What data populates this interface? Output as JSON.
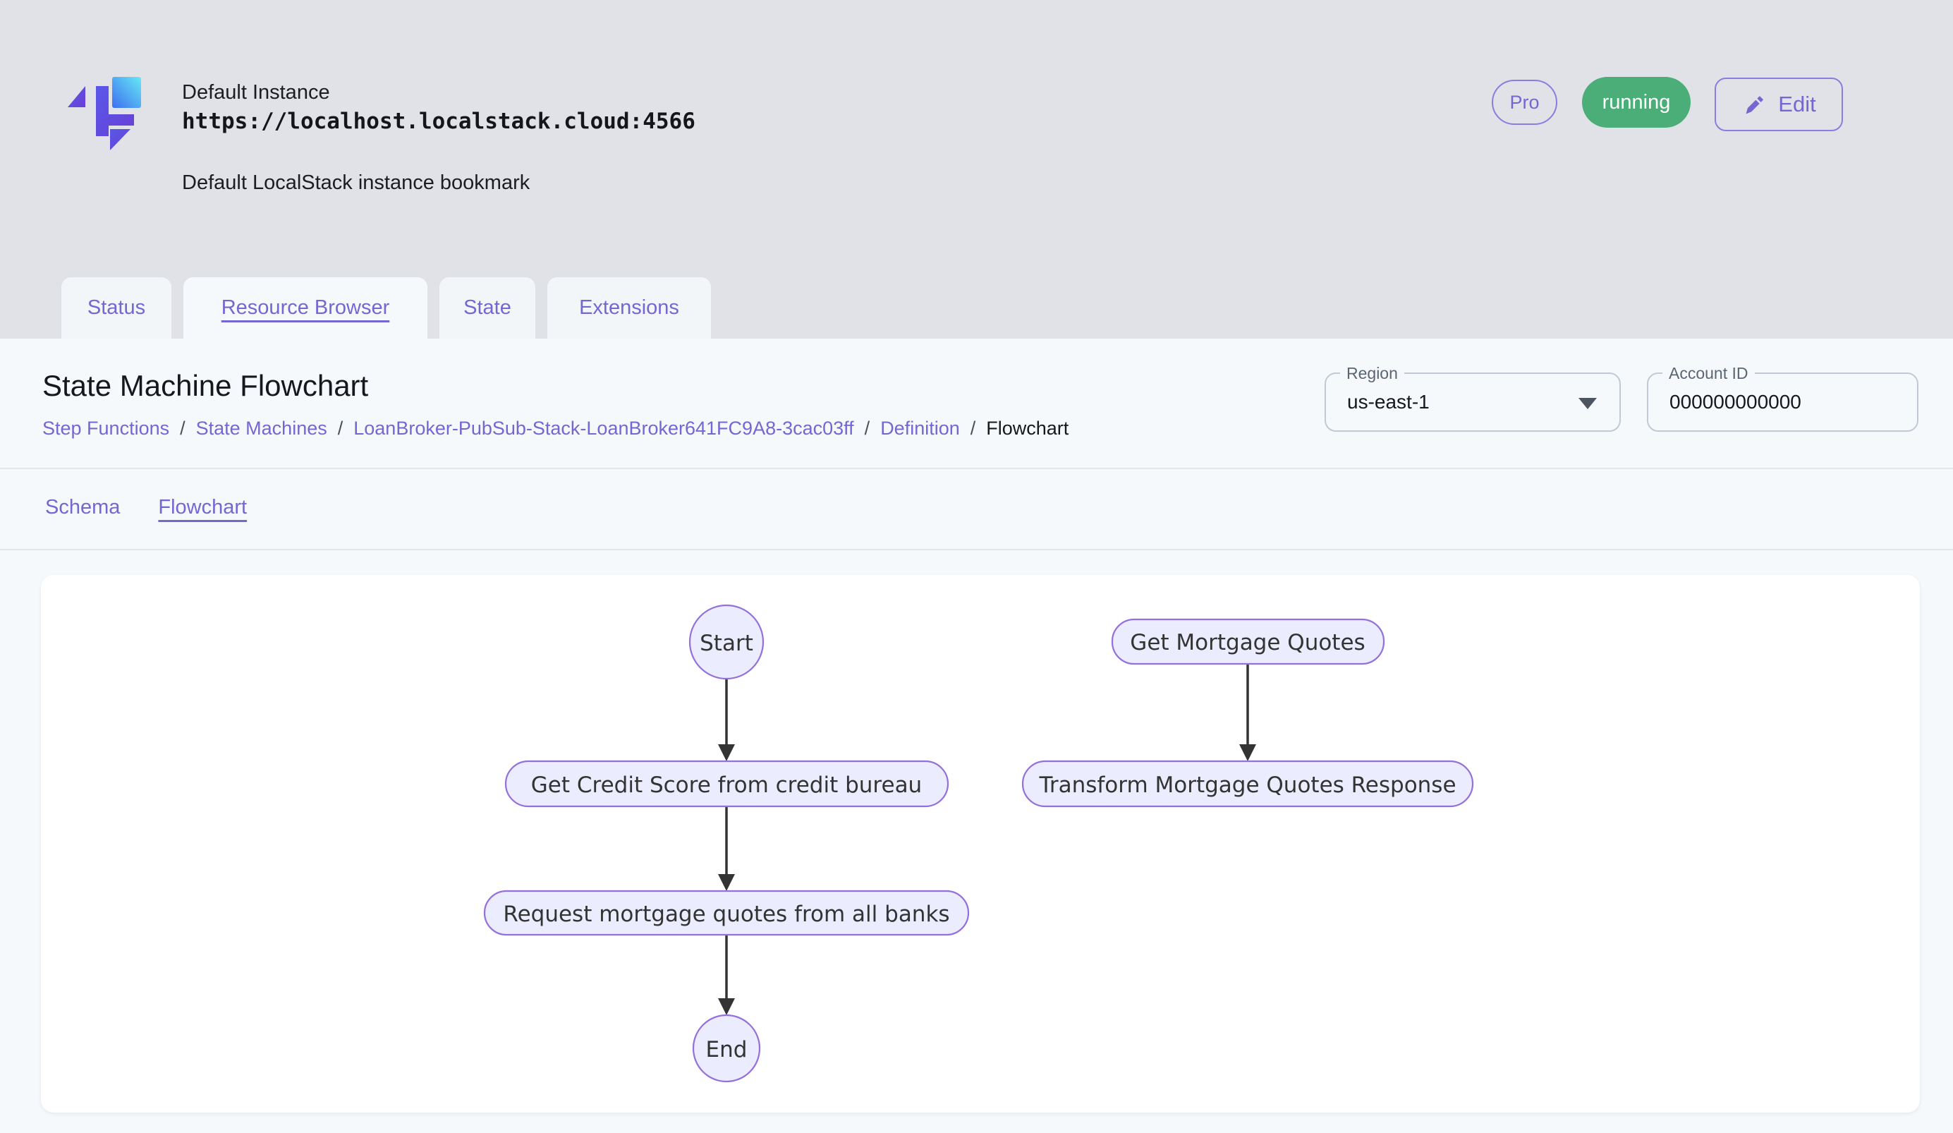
{
  "colors": {
    "accent": "#7566D2",
    "accent_border": "#8B7CDF",
    "green": "#4BAE78",
    "page_bg": "#E0E2E7",
    "panel_bg": "#F6F9FB",
    "card_bg": "#FFFFFF",
    "divider": "#E3E6EB",
    "text_primary": "#1B1D22",
    "text_secondary": "#5B6573",
    "node_fill": "#ECECFF",
    "node_stroke": "#9370DB",
    "edge_color": "#333333"
  },
  "header": {
    "instance_name": "Default Instance",
    "instance_url": "https://localhost.localstack.cloud:4566",
    "instance_description": "Default LocalStack instance bookmark",
    "pro_badge": "Pro",
    "status_badge": "running",
    "edit_label": "Edit"
  },
  "tabs": [
    {
      "label": "Status",
      "active": false
    },
    {
      "label": "Resource Browser",
      "active": true
    },
    {
      "label": "State",
      "active": false
    },
    {
      "label": "Extensions",
      "active": false
    }
  ],
  "page": {
    "title": "State Machine Flowchart",
    "separator": "/",
    "breadcrumb": [
      {
        "label": "Step Functions"
      },
      {
        "label": "State Machines"
      },
      {
        "label": "LoanBroker-PubSub-Stack-LoanBroker641FC9A8-3cac03ff"
      },
      {
        "label": "Definition"
      },
      {
        "label": "Flowchart"
      }
    ],
    "region": {
      "label": "Region",
      "value": "us-east-1"
    },
    "account": {
      "label": "Account ID",
      "value": "000000000000"
    },
    "subtabs": [
      {
        "label": "Schema",
        "active": false
      },
      {
        "label": "Flowchart",
        "active": true
      }
    ]
  },
  "flowchart": {
    "nodes": [
      {
        "id": "start",
        "label": "Start",
        "shape": "circle"
      },
      {
        "id": "get-credit-score",
        "label": "Get Credit Score from credit bureau",
        "shape": "stadium"
      },
      {
        "id": "request-quotes",
        "label": "Request mortgage quotes from all banks",
        "shape": "stadium"
      },
      {
        "id": "end",
        "label": "End",
        "shape": "circle"
      },
      {
        "id": "get-mortgage-quotes",
        "label": "Get Mortgage Quotes",
        "shape": "stadium"
      },
      {
        "id": "transform-response",
        "label": "Transform Mortgage Quotes Response",
        "shape": "stadium"
      }
    ],
    "edges": [
      {
        "from": "start",
        "to": "get-credit-score"
      },
      {
        "from": "get-credit-score",
        "to": "request-quotes"
      },
      {
        "from": "request-quotes",
        "to": "end"
      },
      {
        "from": "get-mortgage-quotes",
        "to": "transform-response"
      }
    ]
  }
}
